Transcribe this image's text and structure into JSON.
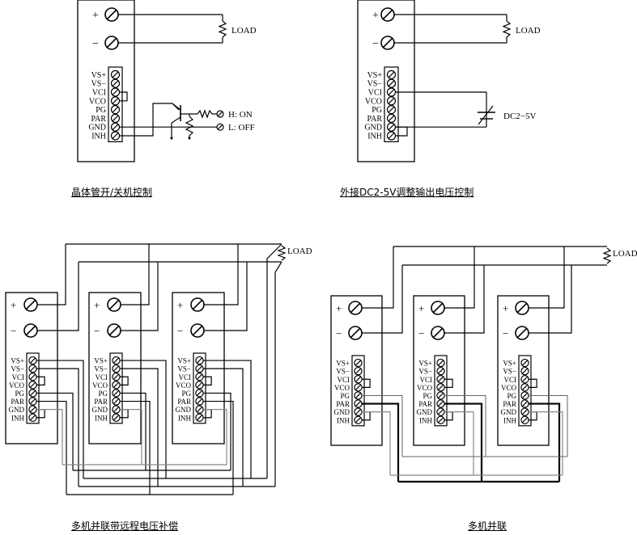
{
  "pins": [
    "VS+",
    "VS−",
    "VCI",
    "VCO",
    "PG",
    "PAR",
    "GND",
    "INH"
  ],
  "plus_label": "+",
  "minus_label": "−",
  "load_label": "LOAD",
  "diagram1": {
    "caption": "晶体管开/关机控制",
    "on_label": "H: ON",
    "off_label": "L: OFF"
  },
  "diagram2": {
    "caption": "外接DC2-5V调整输出电压控制",
    "source_label": "DC2−5V"
  },
  "diagram3": {
    "caption": "多机并联带远程电压补偿",
    "module_count": 3
  },
  "diagram4": {
    "caption": "多机并联",
    "module_count": 3
  },
  "colors": {
    "line": "#000000",
    "grey_wire": "#888888"
  }
}
